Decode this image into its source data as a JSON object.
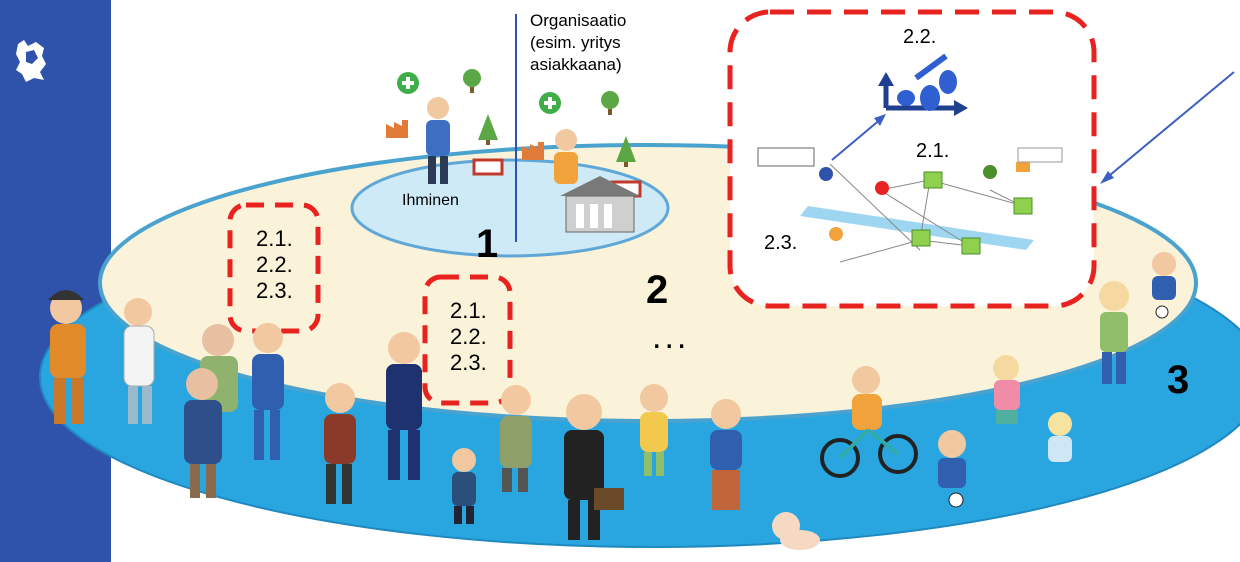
{
  "organisation_label": "Organisaatio\n(esim. yritys\nasiakkaana)",
  "human_label": "Ihminen",
  "ring_numbers": {
    "inner": "1",
    "middle": "2",
    "outer": "3"
  },
  "ellipsis": "...",
  "list_left": "2.1.\n2.2.\n2.3.",
  "list_center": "2.1.\n2.2.\n2.3.",
  "zoom_labels": {
    "top": "2.2.",
    "middle": "2.1.",
    "bottom": "2.3."
  },
  "colors": {
    "sidebar": "#2f53ab",
    "outer_ring": "#29a6df",
    "middle_ring": "#faf2d9",
    "inner_ring": "#cfeaf7",
    "dashed_box": "#e8231f",
    "arrow": "#3b5fc4"
  },
  "icons": [
    "finnish-lion-crest-icon",
    "plus-icon",
    "globe-icon",
    "factory-icon",
    "tree-icon",
    "money-icon"
  ]
}
